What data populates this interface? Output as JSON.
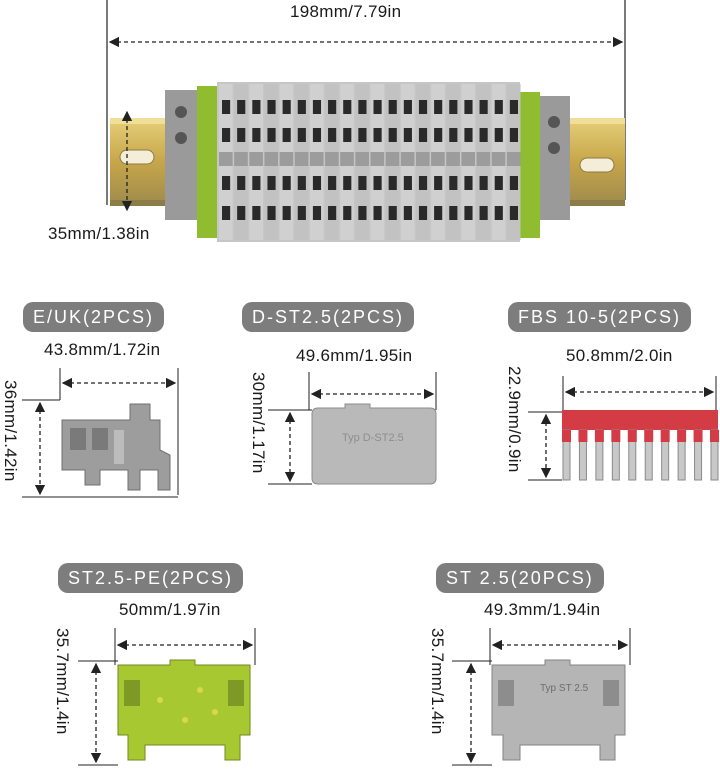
{
  "top": {
    "width_label": "198mm/7.79in",
    "height_label": "35mm/1.38in"
  },
  "parts": [
    {
      "name": "E/UK(2PCS)",
      "width": "43.8mm/1.72in",
      "height": "36mm/1.42in"
    },
    {
      "name": "D-ST2.5(2PCS)",
      "width": "49.6mm/1.95in",
      "height": "30mm/1.17in",
      "marking": "Typ D-ST2.5"
    },
    {
      "name": "FBS 10-5(2PCS)",
      "width": "50.8mm/2.0in",
      "height": "22.9mm/0.9in"
    },
    {
      "name": "ST2.5-PE(2PCS)",
      "width": "50mm/1.97in",
      "height": "35.7mm/1.4in"
    },
    {
      "name": "ST 2.5(20PCS)",
      "width": "49.3mm/1.94in",
      "height": "35.7mm/1.4in",
      "marking": "Typ ST 2.5"
    }
  ],
  "colors": {
    "rail": "#c9a94a",
    "terminal_gray": "#b8b8b8",
    "pe_green": "#9bc23c",
    "jumper_red": "#d43c45",
    "badge": "#7d7d7d"
  }
}
